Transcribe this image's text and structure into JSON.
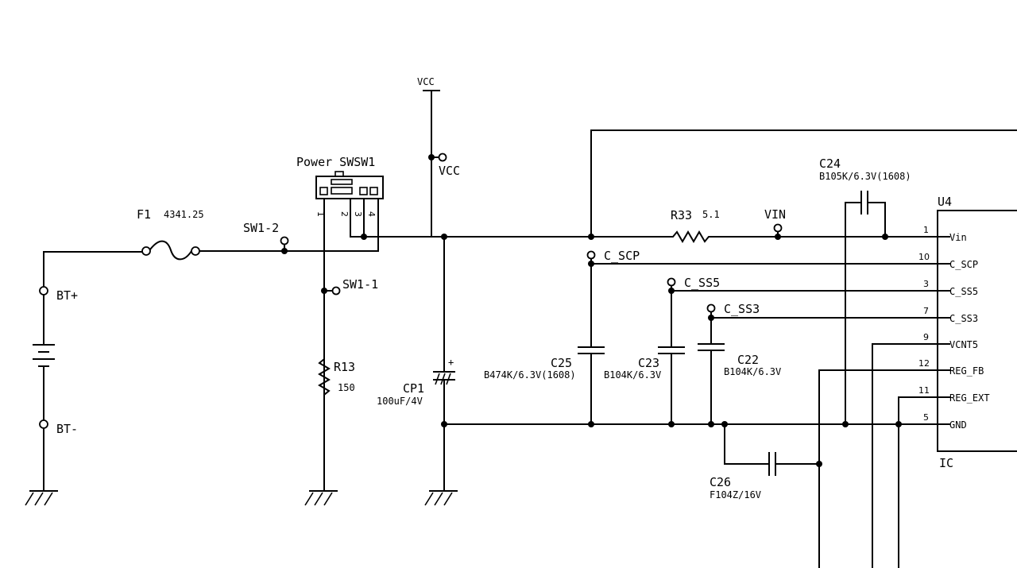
{
  "power_symbol": {
    "vcc_top": "VCC",
    "vcc_tap": "VCC"
  },
  "battery": {
    "plus": "BT+",
    "minus": "BT-"
  },
  "fuse": {
    "ref": "F1",
    "value": "4341.25"
  },
  "switch": {
    "ref": "Power SWSW1",
    "node1": "SW1-2",
    "node2": "SW1-1",
    "pins": [
      "1",
      "2",
      "3",
      "4"
    ]
  },
  "resistors": {
    "r13": {
      "ref": "R13",
      "value": "150"
    },
    "r33": {
      "ref": "R33",
      "value": "5.1"
    }
  },
  "capacitors": {
    "cp1": {
      "ref": "CP1",
      "value": "100uF/4V"
    },
    "c25": {
      "ref": "C25",
      "value": "B474K/6.3V(1608)"
    },
    "c23": {
      "ref": "C23",
      "value": "B104K/6.3V"
    },
    "c22": {
      "ref": "C22",
      "value": "B104K/6.3V"
    },
    "c24": {
      "ref": "C24",
      "value": "B105K/6.3V(1608)"
    },
    "c26": {
      "ref": "C26",
      "value": "F104Z/16V"
    }
  },
  "nets": {
    "vin": "VIN",
    "c_scp": "C_SCP",
    "c_ss5": "C_SS5",
    "c_ss3": "C_SS3"
  },
  "ic": {
    "ref": "U4",
    "type": "IC",
    "pins": [
      {
        "num": "1",
        "name": "Vin"
      },
      {
        "num": "10",
        "name": "C_SCP"
      },
      {
        "num": "3",
        "name": "C_SS5"
      },
      {
        "num": "7",
        "name": "C_SS3"
      },
      {
        "num": "9",
        "name": "VCNT5"
      },
      {
        "num": "12",
        "name": "REG_FB"
      },
      {
        "num": "11",
        "name": "REG_EXT"
      },
      {
        "num": "5",
        "name": "GND"
      }
    ]
  }
}
